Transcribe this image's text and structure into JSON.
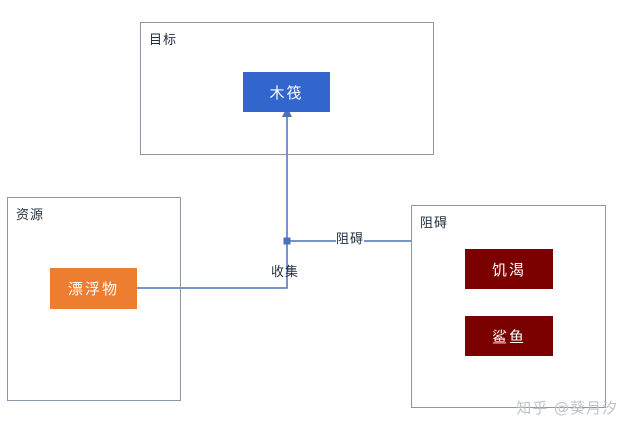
{
  "diagram": {
    "frames": {
      "goal": {
        "title": "目标"
      },
      "resource": {
        "title": "资源"
      },
      "obstacle": {
        "title": "阻碍"
      }
    },
    "nodes": {
      "raft": {
        "label": "木筏",
        "color": "#3366cc"
      },
      "floating": {
        "label": "漂浮物",
        "color": "#ed7d31"
      },
      "hunger": {
        "label": "饥渴",
        "color": "#7b0000"
      },
      "shark": {
        "label": "鲨鱼",
        "color": "#7b0000"
      }
    },
    "edges": {
      "collect": {
        "label": "收集"
      },
      "block": {
        "label": "阻碍"
      }
    },
    "line_color": "#4a72b8"
  },
  "watermark": "知乎 @葵月汐"
}
